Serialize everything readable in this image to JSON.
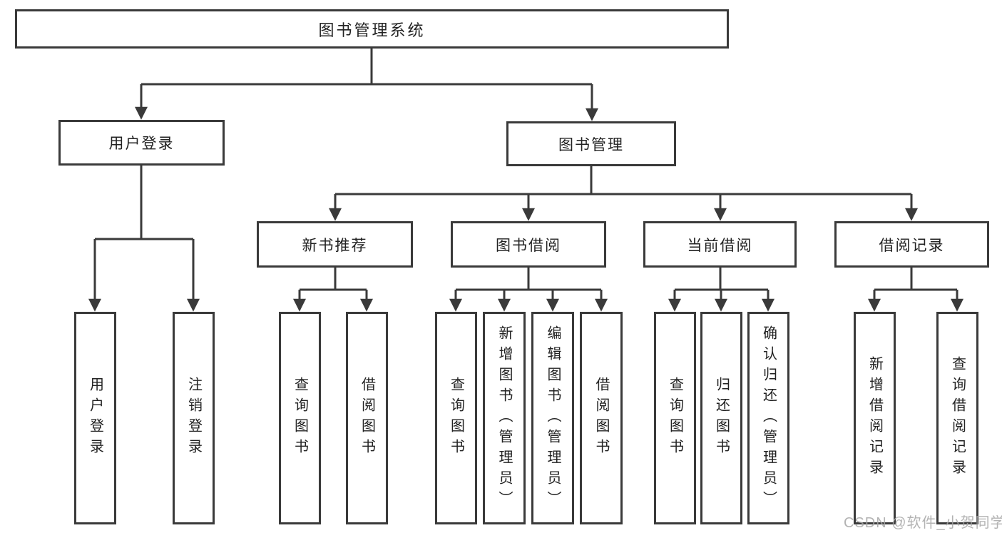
{
  "colors": {
    "line": "#3a3a3a",
    "text": "#222222",
    "box_fill": "#ffffff",
    "background": "#ffffff",
    "watermark": "#a6a6a6"
  },
  "diagram": {
    "type": "tree",
    "title": "图书管理系统",
    "nodes": {
      "root": {
        "label": "图书管理系统"
      },
      "user_login": {
        "label": "用户登录"
      },
      "book_mgmt": {
        "label": "图书管理"
      },
      "new_book_rec": {
        "label": "新书推荐"
      },
      "book_borrow": {
        "label": "图书借阅"
      },
      "current_borrow": {
        "label": "当前借阅"
      },
      "borrow_records": {
        "label": "借阅记录"
      },
      "leaf_user_login": {
        "label": "用户登录"
      },
      "leaf_logout": {
        "label": "注销登录"
      },
      "leaf_query_books_1": {
        "label": "查询图书"
      },
      "leaf_borrow_books_1": {
        "label": "借阅图书"
      },
      "leaf_query_books_2": {
        "label": "查询图书"
      },
      "leaf_add_books": {
        "label": "新增图书（管理员）"
      },
      "leaf_edit_books": {
        "label": "编辑图书（管理员）"
      },
      "leaf_borrow_books_2": {
        "label": "借阅图书"
      },
      "leaf_query_books_3": {
        "label": "查询图书"
      },
      "leaf_return_books": {
        "label": "归还图书"
      },
      "leaf_confirm_return": {
        "label": "确认归还（管理员）"
      },
      "leaf_add_borrow_record": {
        "label": "新增借阅记录"
      },
      "leaf_query_borrow_record": {
        "label": "查询借阅记录"
      }
    },
    "edges": [
      {
        "from": "root",
        "to": [
          "user_login",
          "book_mgmt"
        ]
      },
      {
        "from": "user_login",
        "to": [
          "leaf_user_login",
          "leaf_logout"
        ]
      },
      {
        "from": "book_mgmt",
        "to": [
          "new_book_rec",
          "book_borrow",
          "current_borrow",
          "borrow_records"
        ]
      },
      {
        "from": "new_book_rec",
        "to": [
          "leaf_query_books_1",
          "leaf_borrow_books_1"
        ]
      },
      {
        "from": "book_borrow",
        "to": [
          "leaf_query_books_2",
          "leaf_add_books",
          "leaf_edit_books",
          "leaf_borrow_books_2"
        ]
      },
      {
        "from": "current_borrow",
        "to": [
          "leaf_query_books_3",
          "leaf_return_books",
          "leaf_confirm_return"
        ]
      },
      {
        "from": "borrow_records",
        "to": [
          "leaf_add_borrow_record",
          "leaf_query_borrow_record"
        ]
      }
    ]
  },
  "watermark": {
    "text": "CSDN @软件_小贺同学"
  }
}
